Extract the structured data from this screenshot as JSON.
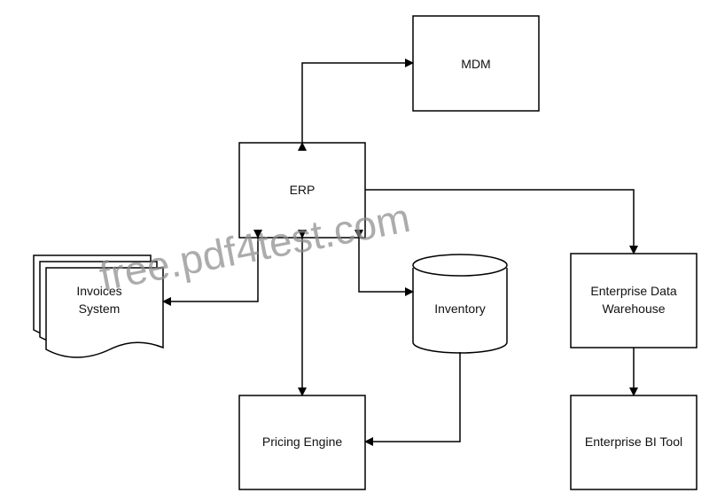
{
  "nodes": {
    "mdm": "MDM",
    "erp": "ERP",
    "invoices": [
      "Invoices",
      "System"
    ],
    "inventory": "Inventory",
    "edw": [
      "Enterprise Data",
      "Warehouse"
    ],
    "pricing": "Pricing Engine",
    "bi": "Enterprise BI Tool"
  },
  "watermark": "free.pdf4test.com",
  "colors": {
    "stroke": "#000000",
    "text": "#111111",
    "watermark": "#8c8c8c"
  }
}
